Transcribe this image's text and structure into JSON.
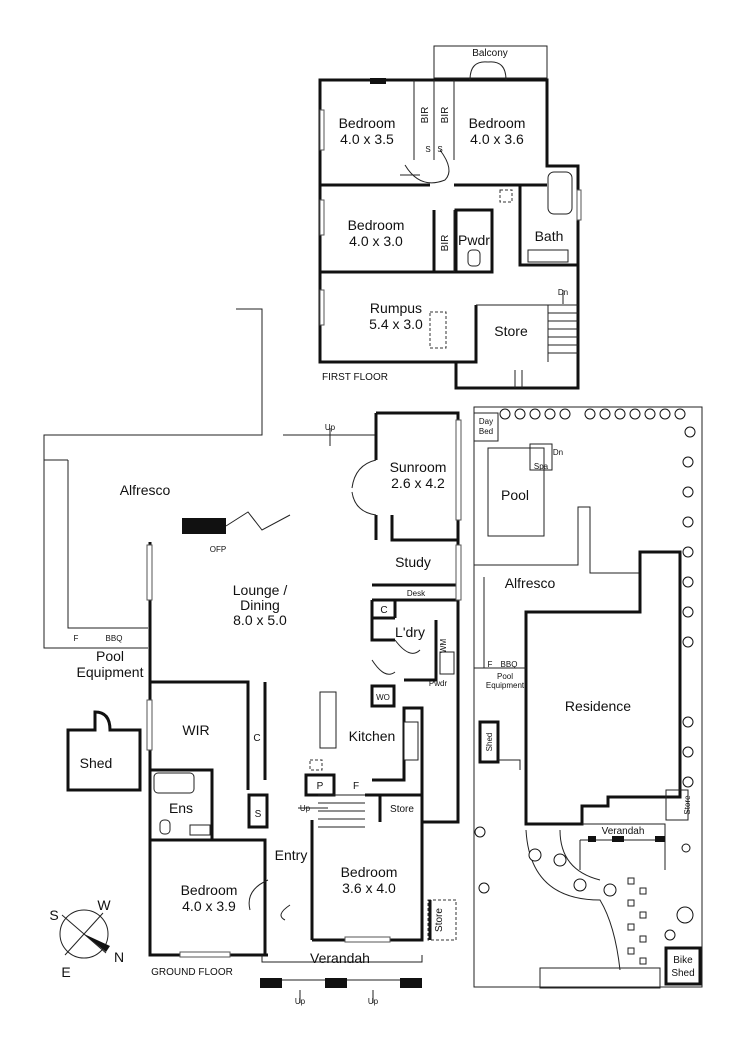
{
  "first_floor": {
    "level_label": "FIRST FLOOR",
    "rooms": [
      {
        "name": "Bedroom",
        "size": "4.0 x 3.5"
      },
      {
        "name": "Bedroom",
        "size": "4.0 x 3.6"
      },
      {
        "name": "Bedroom",
        "size": "4.0 x 3.0"
      },
      {
        "name": "Rumpus",
        "size": "5.4 x 3.0"
      }
    ],
    "labels": [
      "Balcony",
      "BIR",
      "BIR",
      "BIR",
      "S",
      "S",
      "Pwdr",
      "Bath",
      "Store",
      "Dn"
    ]
  },
  "ground_floor": {
    "level_label": "GROUND FLOOR",
    "rooms": [
      {
        "name": "Sunroom",
        "size": "2.6 x 4.2"
      },
      {
        "name": "Lounge /",
        "name2": "Dining",
        "size": "8.0 x 5.0"
      },
      {
        "name": "Bedroom",
        "size": "4.0 x 3.9"
      },
      {
        "name": "Bedroom",
        "size": "3.6 x 4.0"
      }
    ],
    "labels": {
      "alfresco": "Alfresco",
      "up_alfresco": "Up",
      "ofp": "OFP",
      "study": "Study",
      "desk": "Desk",
      "c_laundry": "C",
      "laundry": "L'dry",
      "wm": "WM",
      "wo": "WO",
      "pwdr": "Pwdr",
      "kitchen": "Kitchen",
      "f_bbq": "F",
      "bbq": "BBQ",
      "pool_equipment_1": "Pool",
      "pool_equipment_2": "Equipment",
      "shed": "Shed",
      "wir": "WIR",
      "c_wir": "C",
      "ens": "Ens",
      "s_stair": "S",
      "p_pantry": "P",
      "f_fridge": "F",
      "up_stair": "Up",
      "store_stair": "Store",
      "entry": "Entry",
      "store_side": "Store",
      "verandah": "Verandah",
      "up_left": "Up",
      "up_right": "Up"
    }
  },
  "site_plan": {
    "labels": {
      "day_bed_1": "Day",
      "day_bed_2": "Bed",
      "dn": "Dn",
      "spa": "Spa",
      "pool": "Pool",
      "alfresco": "Alfresco",
      "f": "F",
      "bbq": "BBQ",
      "pool_eq_1": "Pool",
      "pool_eq_2": "Equipment",
      "residence": "Residence",
      "shed": "Shed",
      "store": "Store",
      "verandah": "Verandah",
      "bike_1": "Bike",
      "bike_2": "Shed"
    }
  },
  "compass": {
    "w": "W",
    "s": "S",
    "n": "N",
    "e": "E"
  }
}
